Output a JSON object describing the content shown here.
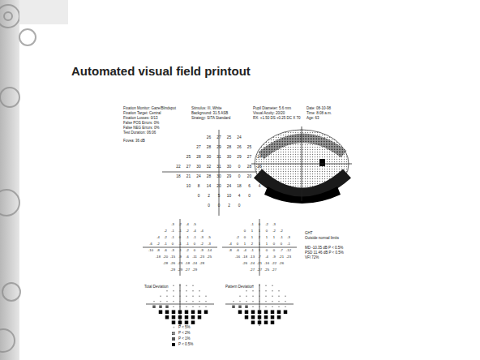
{
  "diagram": {
    "title": "Automated visual field printout",
    "labels": [
      "Fixation Monitor: Gaze/Blindspot",
      "Fixation Target: Central",
      "Fixation Losses: 0/13",
      "False POS Errors: 0%",
      "False NEG Errors: 0%",
      "Test Duration: 06:06",
      "Fovea: 36 dB",
      "Stimulus: III, White",
      "Background: 31.5 ASB",
      "Strategy: SITA Standard",
      "Pupil Diameter: 5.6 mm",
      "Visual Acuity: 20/20",
      "RX: +1.50 DS  +0.25 DC X 70",
      "Date: 08-10-98",
      "Time: 8:08 a.m.",
      "Age: 63",
      "26",
      "27",
      "25",
      "24",
      "27",
      "28",
      "29",
      "28",
      "26",
      "25",
      "25",
      "28",
      "30",
      "31",
      "30",
      "29",
      "27",
      "24",
      "22",
      "27",
      "30",
      "32",
      "31",
      "30",
      "0",
      "28",
      "26",
      "18",
      "21",
      "24",
      "28",
      "30",
      "29",
      "0",
      "20",
      "15",
      "10",
      "8",
      "14",
      "20",
      "24",
      "18",
      "6",
      "4",
      "0",
      "2",
      "5",
      "10",
      "4",
      "0",
      "0",
      "0",
      "2",
      "0",
      "-3",
      "-2",
      "-4",
      "-5",
      "-2",
      "-1",
      "-1",
      "-2",
      "-4",
      "-4",
      "-4",
      "-2",
      "-1",
      "0",
      "-1",
      "-1",
      "-3",
      "-5",
      "-6",
      "-2",
      "-1",
      "0",
      "-1",
      "-1",
      "0",
      "-2",
      "-3",
      "-10",
      "-8",
      "-6",
      "-3",
      "-1",
      "-2",
      "0",
      "-9",
      "-14",
      "-18",
      "-20",
      "-15",
      "-9",
      "-6",
      "-11",
      "-23",
      "-25",
      "-28",
      "-26",
      "-23",
      "-18",
      "-24",
      "-28",
      "-29",
      "-29",
      "-27",
      "-29",
      "-1",
      "0",
      "-2",
      "-3",
      "0",
      "1",
      "1",
      "0",
      "-2",
      "-2",
      "-2",
      "0",
      "1",
      "2",
      "1",
      "1",
      "-1",
      "-3",
      "-4",
      "0",
      "1",
      "2",
      "1",
      "1",
      "0",
      "0",
      "-1",
      "-8",
      "-6",
      "-4",
      "-1",
      "1",
      "0",
      "0",
      "-7",
      "-12",
      "-16",
      "-18",
      "-13",
      "-7",
      "-4",
      "-9",
      "-21",
      "-23",
      "-26",
      "-24",
      "-21",
      "-16",
      "-22",
      "-26",
      "-27",
      "-27",
      "-25",
      "-27",
      "Total Deviation",
      "Pattern Deviation",
      "GHT",
      "Outside normal limits",
      "MD -10.35 dB  P < 0.5%",
      "PSD 11.46 dB  P < 0.5%",
      "VFI 72%"
    ],
    "legend": [
      {
        "text": "P < 5%"
      },
      {
        "text": "P < 2%"
      },
      {
        "text": "P < 1%"
      },
      {
        "text": "P < 0.5%"
      }
    ]
  }
}
